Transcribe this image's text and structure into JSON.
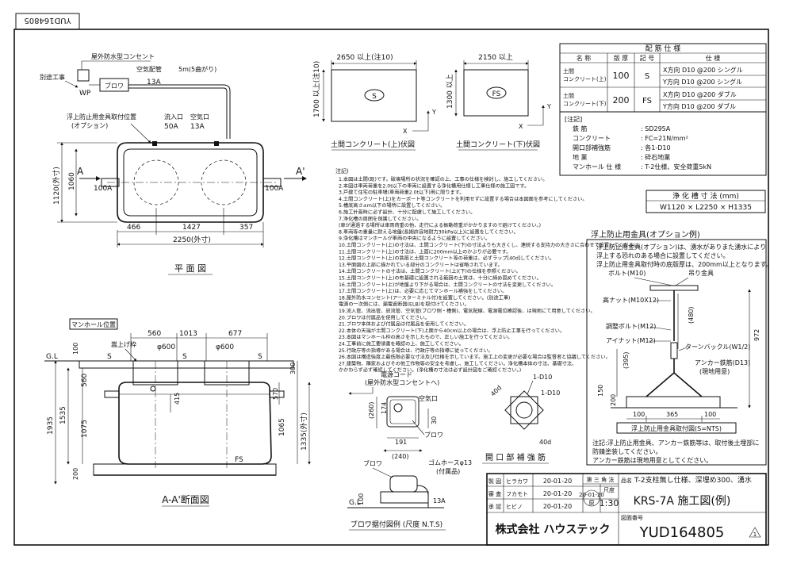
{
  "drawing_no_tab": "YUD164805",
  "plan": {
    "title": "平 面 図",
    "labels": {
      "wp_box": "屋外防水型コンセント",
      "wp": "WP",
      "betto": "別途工事",
      "blower": "ブロワ",
      "air_pipe": "空気配管",
      "air_pipe_len": "5m(5曲がり)",
      "pipe_13a": "13A",
      "float_pos": "浮上防止用金具取付位置",
      "float_opt": "(オプション)",
      "inlet_mouth": "流入口",
      "inlet_50a": "50A",
      "air_mouth": "空気口",
      "air_13a": "13A",
      "a_left": "A",
      "a_right": "A'",
      "in_100a": "100A",
      "out_100a": "100A"
    },
    "dims": {
      "width_outer": "1120(外寸)",
      "width_inner": "1060",
      "d466": "466",
      "d1427": "1427",
      "d357": "357",
      "length_outer": "2250(外寸)"
    }
  },
  "upper_slab": {
    "dim_x": "2650 以上(注10)",
    "dim_y": "1700 以上(注10)",
    "mark": "S",
    "axis_x": "X",
    "axis_y": "Y",
    "caption": "土間コンクリート(上)伏図"
  },
  "lower_slab": {
    "dim_x": "2150 以上",
    "dim_y": "1300 以上",
    "mark": "FS",
    "axis_x": "X",
    "axis_y": "Y",
    "caption": "土間コンクリート(下)伏図"
  },
  "rebar_table": {
    "title": "配 筋 仕 様",
    "headers": [
      "名 称",
      "版 厚",
      "記 号",
      "仕 様"
    ],
    "rows": [
      {
        "name1": "土間",
        "name2": "コンクリート(上)",
        "thick": "100",
        "mark": "S",
        "x": "X方向 D10 @200 シングル",
        "y": "Y方向 D10 @200 シングル"
      },
      {
        "name1": "土間",
        "name2": "コンクリート(下)",
        "thick": "200",
        "mark": "FS",
        "x": "X方向 D10 @200 ダブル",
        "y": "Y方向 D10 @200 ダブル"
      }
    ]
  },
  "notes_box": {
    "head": "[注記]",
    "items": [
      {
        "k": "鉄 筋",
        "v": ": SD295A"
      },
      {
        "k": "コンクリート",
        "v": ": FC=21N/mm²"
      },
      {
        "k": "開口部補強筋",
        "v": ": 各1-D10"
      },
      {
        "k": "地 業",
        "v": ": 砕石地業"
      },
      {
        "k": "マンホール 仕 様",
        "v": ": T-2仕様、安全荷重5kN"
      }
    ]
  },
  "tank_dim": {
    "title": "浄 化 槽 寸 法 (mm)",
    "value": "W1120 × L2250 × H1335"
  },
  "general_notes": {
    "head": "注記)",
    "lines": [
      "1.本図は土間(既)です。破壊場所の状況を確認の上、工事の仕様を検討し、施工してください。",
      "2.本図は車両荷重を2.0t以下の車両に設置する浄化槽用仕様し工事仕様の施工図です。",
      "3.戸建て住宅の駐車場(車両荷重2.0t以下)用に限ります。",
      "4.土間コンクリート(上)をカーポート等コンクリートを利用せずに設置する場合は本図面を参考にしてください。",
      "5.槽底高さ±m以下の場所に設置してください。",
      "6.施工計画時に必ず設計、十分に配慮して施工してください。",
      "7.浄化槽の周囲を保護してください。",
      "  (車が通過する場所は車両荷重の他、走行による振動荷重がかかりますので避けてください。)",
      "8.車両等の重量に耐える地盤(長期許容地耐力30kPa以上)に設置をしてください。",
      "9.浄化槽はマンホールが車両の中央になるように設置してください。",
      "10.土間コンクリート(上)の寸法は、土間コンクリート(下)の寸法よりも大きくし、連続する支持力の大きさに合わせて設置してください。",
      "11.土間コンクリート(上)の寸法は、上面に200mm以上のかぶりが必要です。",
      "12.土間コンクリート(上)の鉄筋と土間コンクリート等の荷重は、必ずラップ[40d]してください。",
      "13.平面図の上部に描かれている部分のコンクリートは省略されています。",
      "14.土間コンクリートの寸法は、土間コンクリート(上)(下)の仕様を参照ください。",
      "15.土間コンクリート(上)の布基礎に設置される範囲の土質は、十分に締め固めてください。",
      "16.土間コンクリート(上)が地盤より下がる場合は、土間コンクリートの寸法を変更してください。",
      "17.土間コンクリート(上)は、必要に応じてマンホール補強をしてください。",
      "18.屋外防水コンセント(アースターミナル付)を設置してください。(別途工事)",
      "  電源の一次側には、漏電遮断器(ELB)を取付けてください。",
      "19.流入管、流出管、放流管、空気管(ブロワ側・槽側)、電気配線、電源電位確認後、は現地にて用意してください。",
      "20.ブロワは付属品を使用してください。",
      "21.ブロワ本体および付属品は付属品を使用してください。",
      "22.本体の天端が土間コンクリート(下)上面から40cm以上の場合は、浮上防止工事を行ってください。",
      "23.本図はマンホール枠の高さを示したもので、正しい施工を行ってください。",
      "24.工事前に施工要領書を確認の上、施工してください。",
      "25.行政庁等の指導がある場合は、行政庁等の指導に従ってください。",
      "26.本図は構造強度上最低限必要な寸法及び仕様を示しています。施工上の変更が必要な場合は監督者と協議してください。",
      "27.建築物、隣家およびその他工作物等の安全を考慮し、施工してください。浄化槽本体の寸法、基礎寸法、",
      "  かかわらず必ず確認してください。(浄化槽の寸法は必ず設計図をご確認ください。)"
    ]
  },
  "float_detail": {
    "title": "浮上防止用金具(オプション例)",
    "desc": [
      "浮上防止用金具(オプション)は、湧水がありまた湧水により",
      "浮上する恐れのある場合に設置してください。",
      "浮上防止用金具取付時の底版厚は、200mm以上となります。"
    ],
    "labels": {
      "bolt": "ボルト(M10)",
      "hook": "吊り金具",
      "high_nut": "高ナット(M10X12)",
      "adj_bolt": "調整ボルト(M12)",
      "eye_nut": "アイナット(M12)",
      "turnbuckle": "ターンバックル(W1/2)",
      "anchor": "アンカー鉄筋(D13)",
      "anchor_note": "(現地用意)"
    },
    "dims": {
      "d480": "(480)",
      "d972": "972",
      "d395": "(395)",
      "d150": "150",
      "d200": "200",
      "d100a": "100",
      "d365": "365",
      "d100b": "100"
    },
    "caption": "浮上防止用金具取付図(S=NTS)",
    "foot": [
      "注記:浮上防止用金具、アンカー鉄筋等は、取付後土埋部に",
      "   防錆塗装してください。",
      "   アンカー鉄筋は現地用意としてください。"
    ]
  },
  "section": {
    "title": "A-A'断面図",
    "labels": {
      "manhole_pos": "マンホール位置",
      "gl": "G.L",
      "s1": "S",
      "s2": "S",
      "s3": "S",
      "fs": "FS",
      "frame": "嵩上げ枠",
      "phi1": "φ600",
      "phi2": "φ600"
    },
    "dims": {
      "d560": "560",
      "d1013": "1013",
      "d677": "677",
      "d100": "100",
      "d300": "300",
      "d560v": "560",
      "d570": "570",
      "d415": "415",
      "d1935": "1935",
      "d1535": "1535",
      "d1075": "1075",
      "d1065": "1065",
      "d1335": "1335(外寸)",
      "d200": "200"
    }
  },
  "power_detail": {
    "label": "電源コード",
    "label2": "(屋外防水型コンセントへ)",
    "air": "空気口",
    "blower": "ブロワ",
    "dims": {
      "d260": "(260)",
      "d174": "174",
      "d30": "30",
      "d191": "191",
      "d240": "(240)"
    }
  },
  "opening_detail": {
    "d1": "1-D10",
    "d2": "1-D10",
    "d40a": "40d",
    "d40b": "40d",
    "caption": "開 口 部 補 強 筋"
  },
  "blower_install": {
    "blower": "ブロワ",
    "hose": "ゴムホースφ13",
    "hose2": "(付属品)",
    "gl": "G.L",
    "d100": "100",
    "d13a": "13A",
    "caption": "ブロワ据付図例 (尺度 N.T.S)"
  },
  "title_block": {
    "rows": [
      {
        "role": "製 図",
        "name": "ヒラカワ",
        "date": "20-01-20"
      },
      {
        "role": "審 査",
        "name": "フカモト",
        "date": "20-01-20"
      },
      {
        "role": "承 認",
        "name": "ヒビノ",
        "date": "20-01-20"
      }
    ],
    "projection": "第 三 角 法",
    "scale_label": "尺度",
    "scale": "1:30",
    "stamp_date": "20-01-20",
    "stamp_name": "原",
    "item_label": "品名",
    "item_name": "T-2支柱無し仕様、深埋め300、湧水",
    "model": "KRS-7A 施工図(例)",
    "company": "株式会社 ハウステック",
    "dwg_label": "図面番号",
    "dwg_no": "YUD164805",
    "rev": "1"
  }
}
